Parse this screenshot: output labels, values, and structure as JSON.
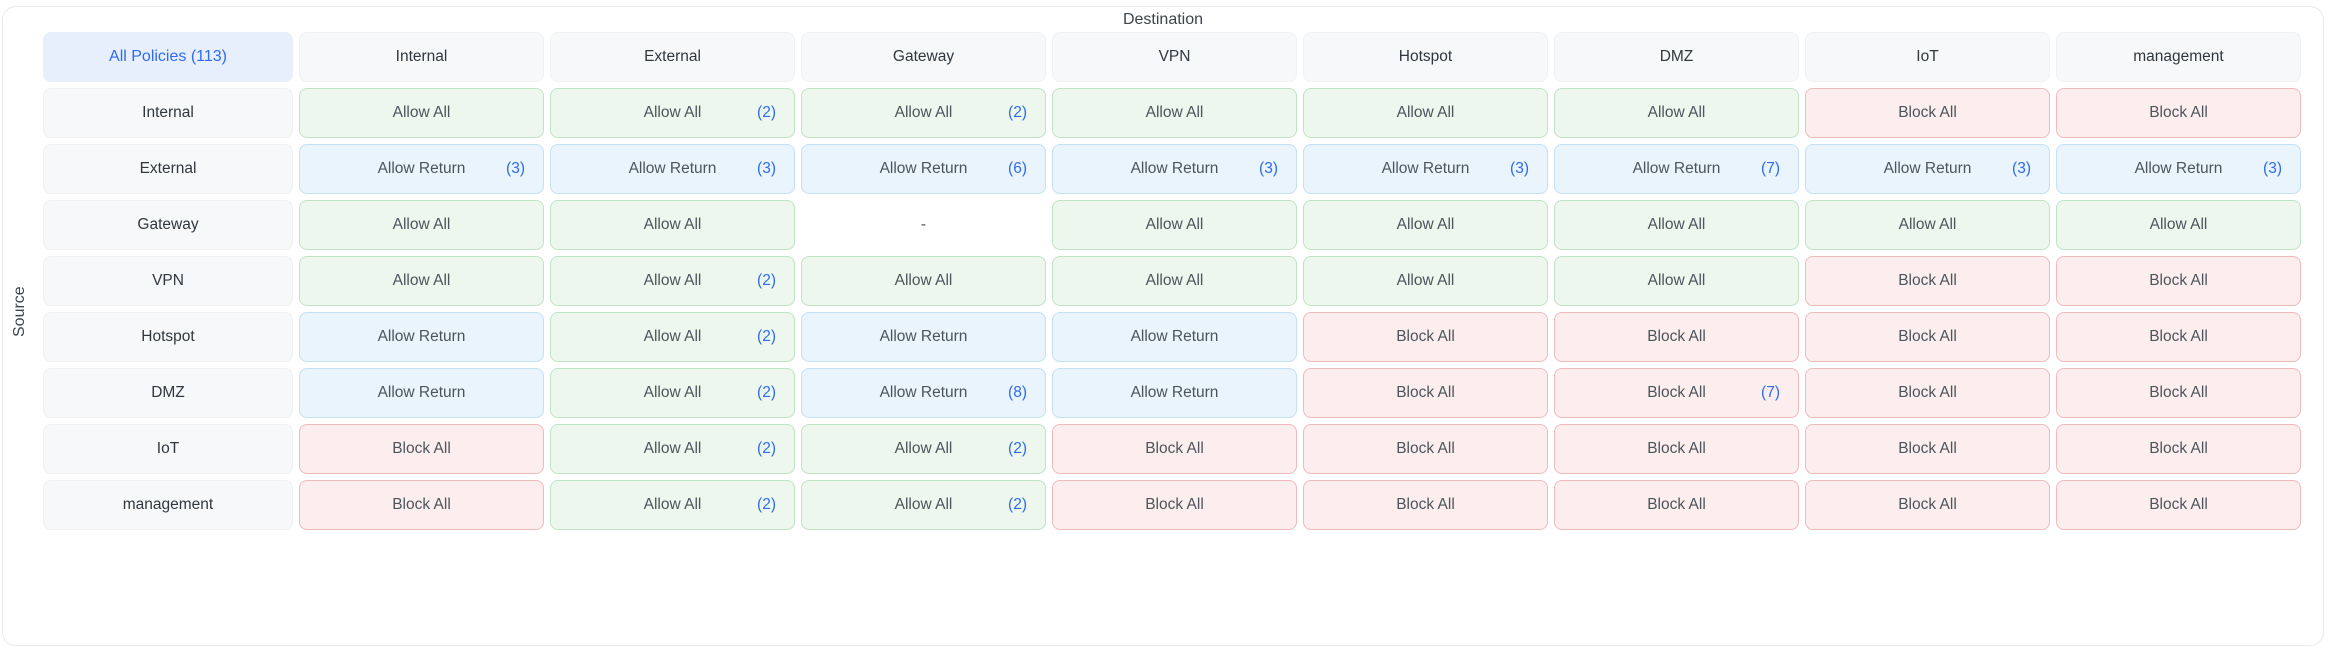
{
  "labels": {
    "destination": "Destination",
    "source": "Source"
  },
  "all_policies_label": "All Policies (113)",
  "columns": [
    "Internal",
    "External",
    "Gateway",
    "VPN",
    "Hotspot",
    "DMZ",
    "IoT",
    "management"
  ],
  "rows": [
    {
      "source": "Internal",
      "cells": [
        {
          "label": "Allow All",
          "count": "",
          "type": "allow"
        },
        {
          "label": "Allow All",
          "count": "(2)",
          "type": "allow"
        },
        {
          "label": "Allow All",
          "count": "(2)",
          "type": "allow"
        },
        {
          "label": "Allow All",
          "count": "",
          "type": "allow"
        },
        {
          "label": "Allow All",
          "count": "",
          "type": "allow"
        },
        {
          "label": "Allow All",
          "count": "",
          "type": "allow"
        },
        {
          "label": "Block All",
          "count": "",
          "type": "block"
        },
        {
          "label": "Block All",
          "count": "",
          "type": "block"
        }
      ]
    },
    {
      "source": "External",
      "cells": [
        {
          "label": "Allow Return",
          "count": "(3)",
          "type": "return"
        },
        {
          "label": "Allow Return",
          "count": "(3)",
          "type": "return"
        },
        {
          "label": "Allow Return",
          "count": "(6)",
          "type": "return"
        },
        {
          "label": "Allow Return",
          "count": "(3)",
          "type": "return"
        },
        {
          "label": "Allow Return",
          "count": "(3)",
          "type": "return"
        },
        {
          "label": "Allow Return",
          "count": "(7)",
          "type": "return"
        },
        {
          "label": "Allow Return",
          "count": "(3)",
          "type": "return"
        },
        {
          "label": "Allow Return",
          "count": "(3)",
          "type": "return"
        }
      ]
    },
    {
      "source": "Gateway",
      "cells": [
        {
          "label": "Allow All",
          "count": "",
          "type": "allow"
        },
        {
          "label": "Allow All",
          "count": "",
          "type": "allow"
        },
        {
          "label": "-",
          "count": "",
          "type": "none"
        },
        {
          "label": "Allow All",
          "count": "",
          "type": "allow"
        },
        {
          "label": "Allow All",
          "count": "",
          "type": "allow"
        },
        {
          "label": "Allow All",
          "count": "",
          "type": "allow"
        },
        {
          "label": "Allow All",
          "count": "",
          "type": "allow"
        },
        {
          "label": "Allow All",
          "count": "",
          "type": "allow"
        }
      ]
    },
    {
      "source": "VPN",
      "cells": [
        {
          "label": "Allow All",
          "count": "",
          "type": "allow"
        },
        {
          "label": "Allow All",
          "count": "(2)",
          "type": "allow"
        },
        {
          "label": "Allow All",
          "count": "",
          "type": "allow"
        },
        {
          "label": "Allow All",
          "count": "",
          "type": "allow"
        },
        {
          "label": "Allow All",
          "count": "",
          "type": "allow"
        },
        {
          "label": "Allow All",
          "count": "",
          "type": "allow"
        },
        {
          "label": "Block All",
          "count": "",
          "type": "block"
        },
        {
          "label": "Block All",
          "count": "",
          "type": "block"
        }
      ]
    },
    {
      "source": "Hotspot",
      "cells": [
        {
          "label": "Allow Return",
          "count": "",
          "type": "return"
        },
        {
          "label": "Allow All",
          "count": "(2)",
          "type": "allow"
        },
        {
          "label": "Allow Return",
          "count": "",
          "type": "return"
        },
        {
          "label": "Allow Return",
          "count": "",
          "type": "return"
        },
        {
          "label": "Block All",
          "count": "",
          "type": "block"
        },
        {
          "label": "Block All",
          "count": "",
          "type": "block"
        },
        {
          "label": "Block All",
          "count": "",
          "type": "block"
        },
        {
          "label": "Block All",
          "count": "",
          "type": "block"
        }
      ]
    },
    {
      "source": "DMZ",
      "cells": [
        {
          "label": "Allow Return",
          "count": "",
          "type": "return"
        },
        {
          "label": "Allow All",
          "count": "(2)",
          "type": "allow"
        },
        {
          "label": "Allow Return",
          "count": "(8)",
          "type": "return"
        },
        {
          "label": "Allow Return",
          "count": "",
          "type": "return"
        },
        {
          "label": "Block All",
          "count": "",
          "type": "block"
        },
        {
          "label": "Block All",
          "count": "(7)",
          "type": "block"
        },
        {
          "label": "Block All",
          "count": "",
          "type": "block"
        },
        {
          "label": "Block All",
          "count": "",
          "type": "block"
        }
      ]
    },
    {
      "source": "IoT",
      "cells": [
        {
          "label": "Block All",
          "count": "",
          "type": "block"
        },
        {
          "label": "Allow All",
          "count": "(2)",
          "type": "allow"
        },
        {
          "label": "Allow All",
          "count": "(2)",
          "type": "allow"
        },
        {
          "label": "Block All",
          "count": "",
          "type": "block"
        },
        {
          "label": "Block All",
          "count": "",
          "type": "block"
        },
        {
          "label": "Block All",
          "count": "",
          "type": "block"
        },
        {
          "label": "Block All",
          "count": "",
          "type": "block"
        },
        {
          "label": "Block All",
          "count": "",
          "type": "block"
        }
      ]
    },
    {
      "source": "management",
      "cells": [
        {
          "label": "Block All",
          "count": "",
          "type": "block"
        },
        {
          "label": "Allow All",
          "count": "(2)",
          "type": "allow"
        },
        {
          "label": "Allow All",
          "count": "(2)",
          "type": "allow"
        },
        {
          "label": "Block All",
          "count": "",
          "type": "block"
        },
        {
          "label": "Block All",
          "count": "",
          "type": "block"
        },
        {
          "label": "Block All",
          "count": "",
          "type": "block"
        },
        {
          "label": "Block All",
          "count": "",
          "type": "block"
        },
        {
          "label": "Block All",
          "count": "",
          "type": "block"
        }
      ]
    }
  ],
  "colors": {
    "accent_blue": "#2e6bf0",
    "allow_bg": "#edf7ee",
    "allow_border": "#bfe3c5",
    "return_bg": "#e9f4fc",
    "return_border": "#c2e0f6",
    "block_bg": "#fceeee",
    "block_border": "#f0b9bb",
    "header_bg": "#f7f8f9",
    "header_border": "#f0f1f3",
    "selected_bg": "#e7effc",
    "cell_text": "#4d545c",
    "header_text": "#30373e",
    "axis_text": "#3d444c",
    "card_border": "#e7e9ec"
  }
}
